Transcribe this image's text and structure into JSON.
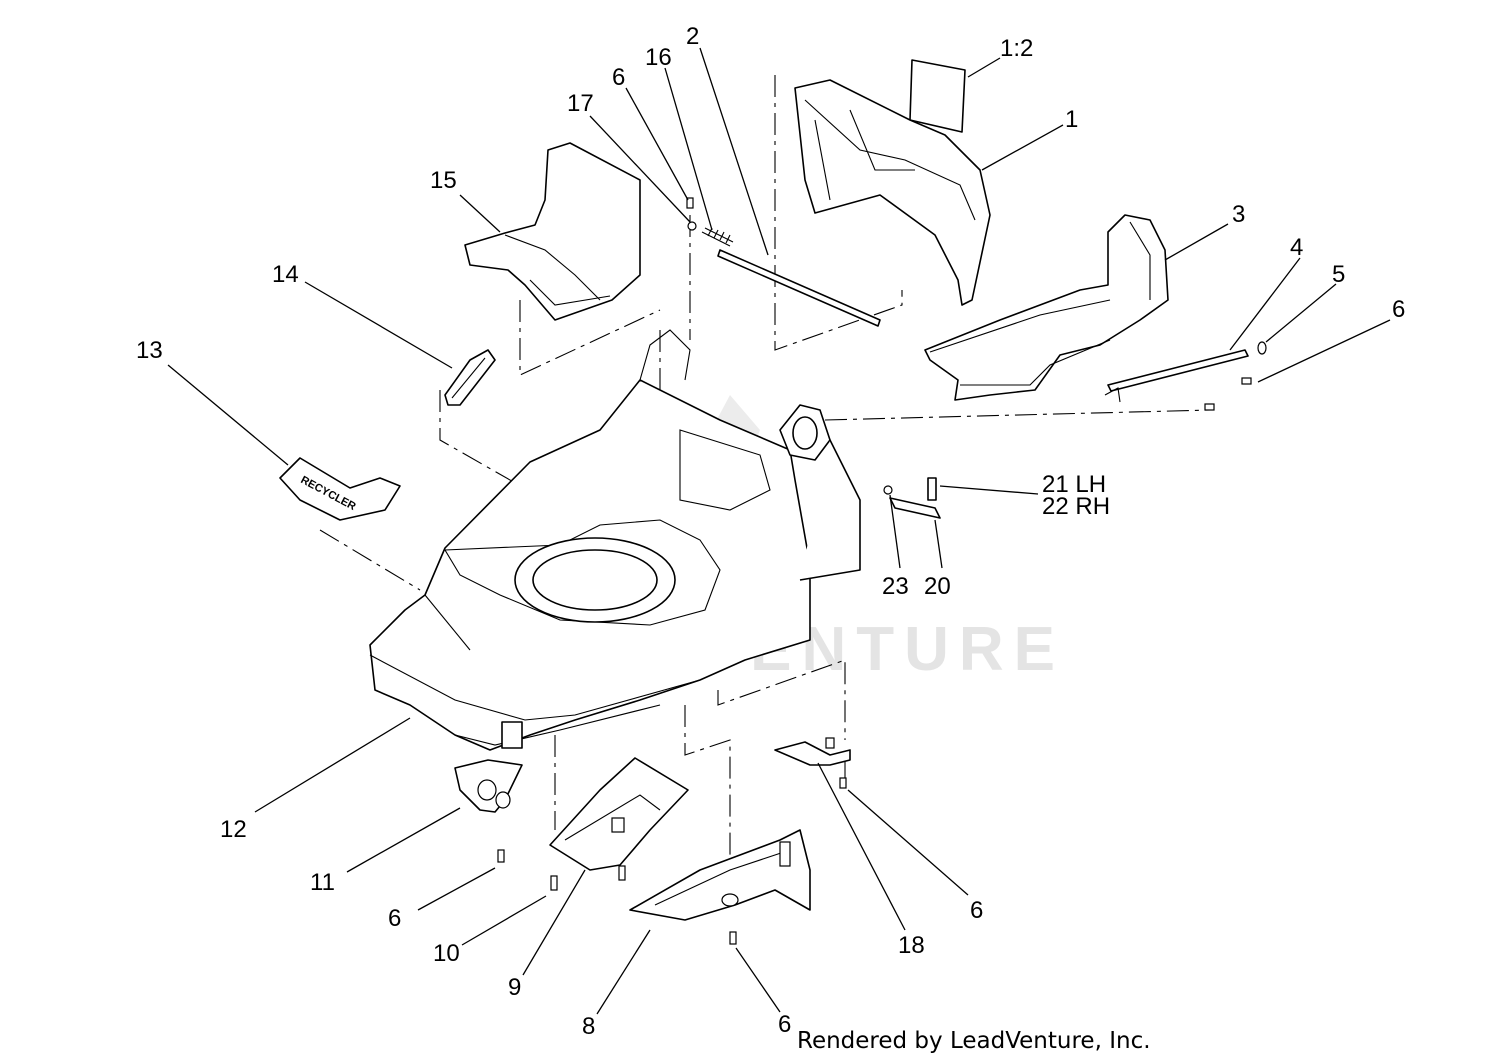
{
  "diagram": {
    "watermark": "LEADVENTURE",
    "decal_text": "RECYCLER",
    "credit": "Rendered by LeadVenture, Inc.",
    "callouts": [
      "1:2",
      "1",
      "2",
      "16",
      "6",
      "17",
      "15",
      "14",
      "13",
      "3",
      "4",
      "5",
      "6",
      "21 LH",
      "22 RH",
      "23",
      "20",
      "12",
      "11",
      "6",
      "10",
      "9",
      "8",
      "6",
      "18",
      "6"
    ]
  }
}
